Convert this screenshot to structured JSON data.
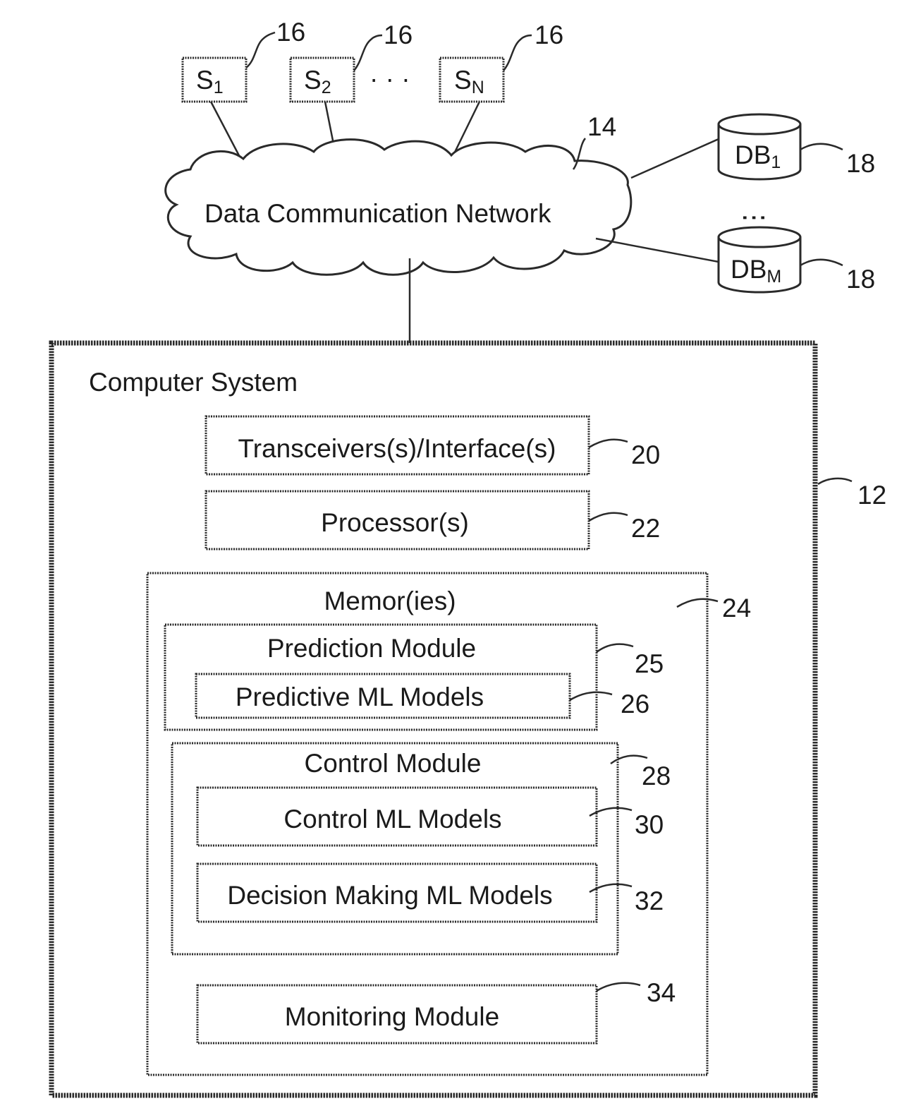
{
  "sensors": [
    {
      "letter": "S",
      "index": "1",
      "ref": "16"
    },
    {
      "letter": "S",
      "index": "2",
      "ref": "16"
    },
    {
      "letter": "S",
      "index": "N",
      "ref": "16"
    }
  ],
  "sensor_ellipsis": "· · ·",
  "network": {
    "label": "Data Communication Network",
    "ref": "14"
  },
  "databases": [
    {
      "letter": "DB",
      "index": "1",
      "ref": "18"
    },
    {
      "letter": "DB",
      "index": "M",
      "ref": "18"
    }
  ],
  "computer_system": {
    "title": "Computer System",
    "ref": "12"
  },
  "transceivers": {
    "label": "Transceivers(s)/Interface(s)",
    "ref": "20"
  },
  "processor": {
    "label": "Processor(s)",
    "ref": "22"
  },
  "memory": {
    "label": "Memor(ies)",
    "ref": "24"
  },
  "prediction_module": {
    "label": "Prediction Module",
    "ref": "25"
  },
  "predictive_models": {
    "label": "Predictive ML Models",
    "ref": "26"
  },
  "control_module": {
    "label": "Control Module",
    "ref": "28"
  },
  "control_models": {
    "label": "Control ML Models",
    "ref": "30"
  },
  "decision_models": {
    "label": "Decision Making ML Models",
    "ref": "32"
  },
  "monitoring_module": {
    "label": "Monitoring Module",
    "ref": "34"
  }
}
